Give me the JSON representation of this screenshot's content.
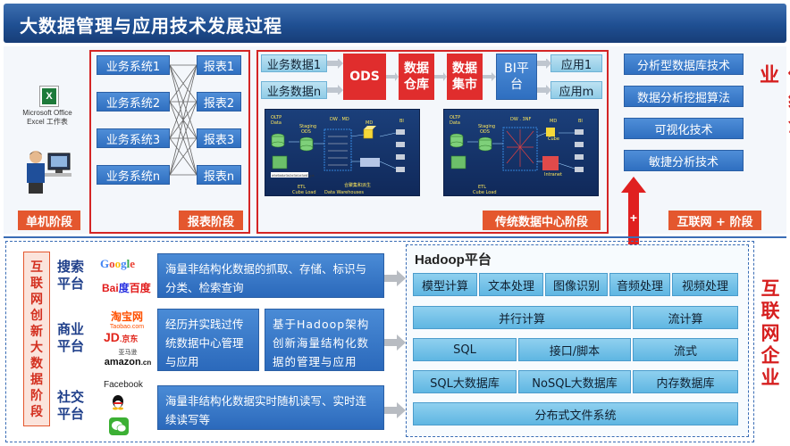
{
  "title": "大数据管理与应用技术发展过程",
  "top": {
    "excel_label": "Microsoft Office Excel 工作表",
    "stage_single": "单机阶段",
    "stage_report": "报表阶段",
    "stage_dw": "传统数据中心阶段",
    "stage_internet": "互联网 + 阶段",
    "biz_systems": [
      "业务系统1",
      "业务系统2",
      "业务系统3",
      "业务系统n"
    ],
    "reports": [
      "报表1",
      "报表2",
      "报表3",
      "报表n"
    ],
    "biz_data": [
      "业务数据1",
      "业务数据n"
    ],
    "ods": "ODS",
    "warehouse": "数据仓库",
    "mart": "数据集市",
    "bi": "BI平台",
    "apps": [
      "应用1",
      "应用m"
    ],
    "tech": [
      "分析型数据库技术",
      "数据分析挖掘算法",
      "可视化技术",
      "敏捷分析技术"
    ],
    "side_traditional": "传统企业",
    "plus": "+",
    "dw_image_1_labels": [
      "OLTP Data",
      "Staging ODS",
      "DW . MD",
      "MD",
      "BI",
      "合聚集和派生",
      "ETL",
      "Cube Load",
      "Data Warehouses"
    ],
    "dw_image_2_labels": [
      "OLTP Data",
      "Staging ODS",
      "DW . 3NF",
      "MD",
      "BI",
      "Cube",
      "Intranet",
      "ETL",
      "Cube Load"
    ]
  },
  "bottom": {
    "left_stage": "互联网创新大数据阶段",
    "side_internet": "互联网企业",
    "platforms": [
      {
        "label": "搜索平台",
        "logos": [
          "Google",
          "Bai度百度"
        ],
        "desc": "海量非结构化数据的抓取、存储、标识与分类、检索查询"
      },
      {
        "label": "商业平台",
        "logos": [
          "淘宝网 Taobao.com",
          "JD.京东",
          "亚马逊 amazon.cn"
        ],
        "desc": "经历并实践过传统数据中心管理与应用",
        "desc2": "基于Hadoop架构创新海量结构化数据的管理与应用"
      },
      {
        "label": "社交平台",
        "logos": [
          "Facebook",
          "QQ",
          "微信"
        ],
        "desc": "海量非结构化数据实时随机读写、实时连续读写等"
      }
    ],
    "hadoop": {
      "title": "Hadoop平台",
      "row1": [
        "模型计算",
        "文本处理",
        "图像识别",
        "音频处理",
        "视频处理"
      ],
      "row2": [
        "并行计算",
        "流计算"
      ],
      "row3": [
        "SQL",
        "接口/脚本",
        "流式"
      ],
      "row4": [
        "SQL大数据库",
        "NoSQL大数据库",
        "内存数据库"
      ],
      "row5": [
        "分布式文件系统"
      ]
    }
  },
  "colors": {
    "title_bg": "#1f4f92",
    "accent_red": "#e02d2d",
    "stage_orange": "#e4572e",
    "blue_btn": "#2f6fc0",
    "light_blue": "#8fcbe6"
  }
}
